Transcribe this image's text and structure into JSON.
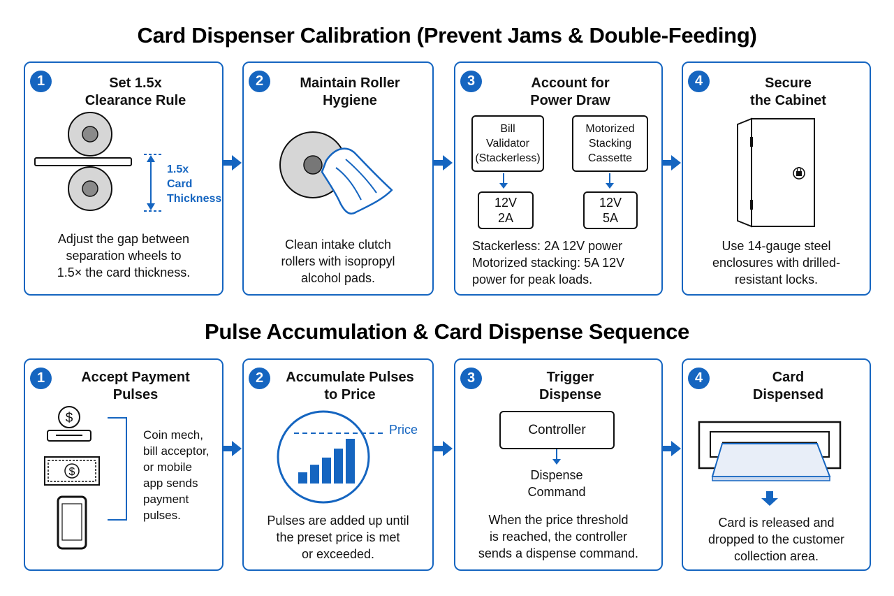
{
  "section1": {
    "title": "Card Dispenser Calibration (Prevent Jams & Double-Feeding)",
    "steps": [
      {
        "num": "1",
        "title": "Set 1.5x\nClearance Rule",
        "gap_label": "1.5x\nCard\nThickness",
        "desc": "Adjust the gap between\nseparation wheels to\n1.5× the card thickness."
      },
      {
        "num": "2",
        "title": "Maintain Roller\nHygiene",
        "desc": "Clean intake clutch\nrollers with isopropyl\nalcohol pads."
      },
      {
        "num": "3",
        "title": "Account for\nPower Draw",
        "devices": [
          {
            "name": "Bill\nValidator\n(Stackerless)",
            "power": "12V\n2A"
          },
          {
            "name": "Motorized\nStacking\nCassette",
            "power": "12V\n5A"
          }
        ],
        "desc": "Stackerless: 2A 12V power\nMotorized stacking: 5A 12V\npower for peak loads."
      },
      {
        "num": "4",
        "title": "Secure\nthe Cabinet",
        "desc": "Use 14-gauge steel\nenclosures with drilled-\nresistant locks."
      }
    ]
  },
  "section2": {
    "title": "Pulse Accumulation & Card Dispense Sequence",
    "steps": [
      {
        "num": "1",
        "title": "Accept Payment\nPulses",
        "side_text": "Coin mech,\nbill acceptor,\nor mobile\napp sends\npayment\npulses."
      },
      {
        "num": "2",
        "title": "Accumulate Pulses\nto Price",
        "price_label": "Price",
        "bar_levels": [
          0.25,
          0.42,
          0.58,
          0.78,
          1.0
        ],
        "desc": "Pulses are added up until\nthe preset price is met\nor exceeded."
      },
      {
        "num": "3",
        "title": "Trigger\nDispense",
        "controller": "Controller",
        "command": "Dispense\nCommand",
        "desc": "When the price threshold\nis reached, the controller\nsends a dispense command."
      },
      {
        "num": "4",
        "title": "Card\nDispensed",
        "desc": "Card is released and\ndropped to the customer\ncollection area."
      }
    ]
  },
  "colors": {
    "accent": "#1565c0",
    "stroke": "#111111",
    "roller": "#d6d6d6"
  },
  "icons": [
    "rollers-icon",
    "roller-cleaning-icon",
    "cabinet-lock-icon",
    "coin-icon",
    "banknote-icon",
    "smartphone-icon",
    "pulse-bars-icon",
    "card-slot-icon",
    "flow-arrow-icon",
    "down-arrow-icon"
  ]
}
